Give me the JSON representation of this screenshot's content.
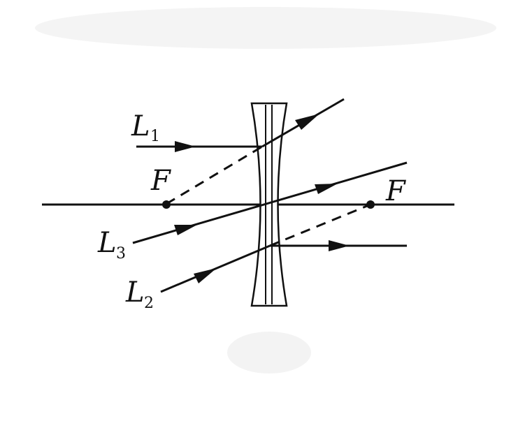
{
  "diagram": {
    "labels": {
      "focus_left": "F",
      "focus_right": "F",
      "ray1_letter": "L",
      "ray1_sub": "1",
      "ray2_letter": "L",
      "ray2_sub": "2",
      "ray3_letter": "L",
      "ray3_sub": "3"
    },
    "colors": {
      "ink": "#111111",
      "background": "#ffffff"
    },
    "lens_type": "diverging (concave) lens"
  }
}
